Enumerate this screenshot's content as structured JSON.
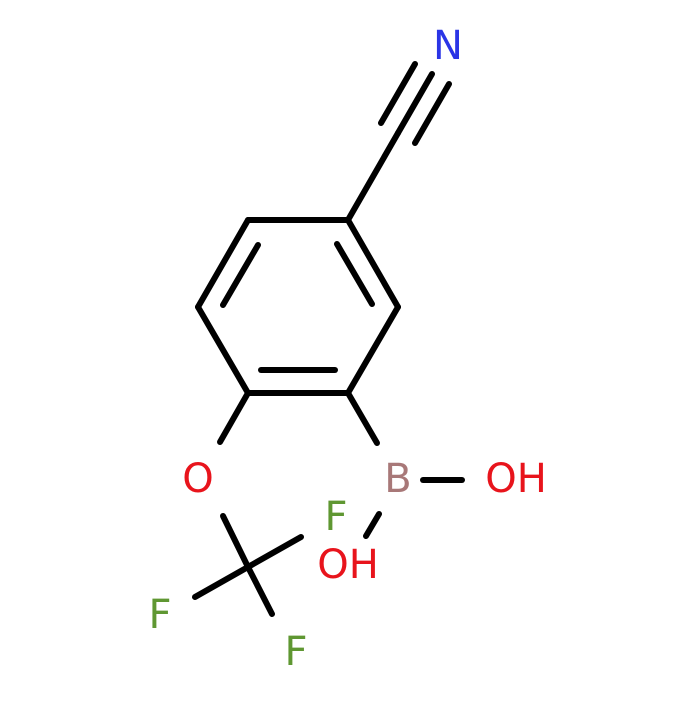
{
  "molecule": {
    "atoms": {
      "nitrogen": {
        "label": "N",
        "color": "#2b35e6"
      },
      "boron": {
        "label": "B",
        "color": "#a87878"
      },
      "hydroxyl_right": {
        "label": "OH",
        "color": "#e8141c"
      },
      "hydroxyl_bottom": {
        "label": "OH",
        "color": "#e8141c"
      },
      "ether_oxygen": {
        "label": "O",
        "color": "#e8141c"
      },
      "fluorine_upper": {
        "label": "F",
        "color": "#5f9732"
      },
      "fluorine_left": {
        "label": "F",
        "color": "#5f9732"
      },
      "fluorine_lower": {
        "label": "F",
        "color": "#5f9732"
      }
    },
    "bond_color": "#000000"
  }
}
